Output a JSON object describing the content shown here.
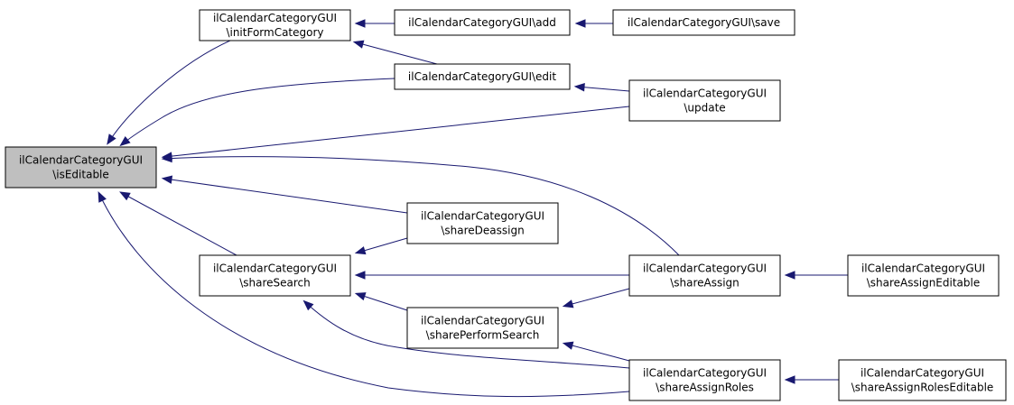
{
  "graph": {
    "nodes": [
      {
        "id": "isEditable",
        "lines": [
          "ilCalendarCategoryGUI",
          "\\isEditable"
        ],
        "focus": true
      },
      {
        "id": "initFormCategory",
        "lines": [
          "ilCalendarCategoryGUI",
          "\\initFormCategory"
        ]
      },
      {
        "id": "add",
        "lines": [
          "ilCalendarCategoryGUI\\add"
        ]
      },
      {
        "id": "save",
        "lines": [
          "ilCalendarCategoryGUI\\save"
        ]
      },
      {
        "id": "edit",
        "lines": [
          "ilCalendarCategoryGUI\\edit"
        ]
      },
      {
        "id": "update",
        "lines": [
          "ilCalendarCategoryGUI",
          "\\update"
        ]
      },
      {
        "id": "shareDeassign",
        "lines": [
          "ilCalendarCategoryGUI",
          "\\shareDeassign"
        ]
      },
      {
        "id": "shareSearch",
        "lines": [
          "ilCalendarCategoryGUI",
          "\\shareSearch"
        ]
      },
      {
        "id": "shareAssign",
        "lines": [
          "ilCalendarCategoryGUI",
          "\\shareAssign"
        ]
      },
      {
        "id": "shareAssignEditable",
        "lines": [
          "ilCalendarCategoryGUI",
          "\\shareAssignEditable"
        ]
      },
      {
        "id": "sharePerformSearch",
        "lines": [
          "ilCalendarCategoryGUI",
          "\\sharePerformSearch"
        ]
      },
      {
        "id": "shareAssignRoles",
        "lines": [
          "ilCalendarCategoryGUI",
          "\\shareAssignRoles"
        ]
      },
      {
        "id": "shareAssignRolesEditable",
        "lines": [
          "ilCalendarCategoryGUI",
          "\\shareAssignRolesEditable"
        ]
      }
    ],
    "edges": [
      {
        "from": "initFormCategory",
        "to": "isEditable"
      },
      {
        "from": "edit",
        "to": "isEditable"
      },
      {
        "from": "update",
        "to": "isEditable"
      },
      {
        "from": "shareAssign",
        "to": "isEditable"
      },
      {
        "from": "shareDeassign",
        "to": "isEditable"
      },
      {
        "from": "shareSearch",
        "to": "isEditable"
      },
      {
        "from": "shareAssignRoles",
        "to": "isEditable"
      },
      {
        "from": "add",
        "to": "initFormCategory"
      },
      {
        "from": "edit",
        "to": "initFormCategory"
      },
      {
        "from": "save",
        "to": "add"
      },
      {
        "from": "update",
        "to": "edit"
      },
      {
        "from": "shareDeassign",
        "to": "shareSearch"
      },
      {
        "from": "shareAssign",
        "to": "shareSearch"
      },
      {
        "from": "sharePerformSearch",
        "to": "shareSearch"
      },
      {
        "from": "shareAssignRoles",
        "to": "shareSearch"
      },
      {
        "from": "shareAssign",
        "to": "sharePerformSearch"
      },
      {
        "from": "shareAssignRoles",
        "to": "sharePerformSearch"
      },
      {
        "from": "shareAssignEditable",
        "to": "shareAssign"
      },
      {
        "from": "shareAssignRolesEditable",
        "to": "shareAssignRoles"
      }
    ]
  }
}
